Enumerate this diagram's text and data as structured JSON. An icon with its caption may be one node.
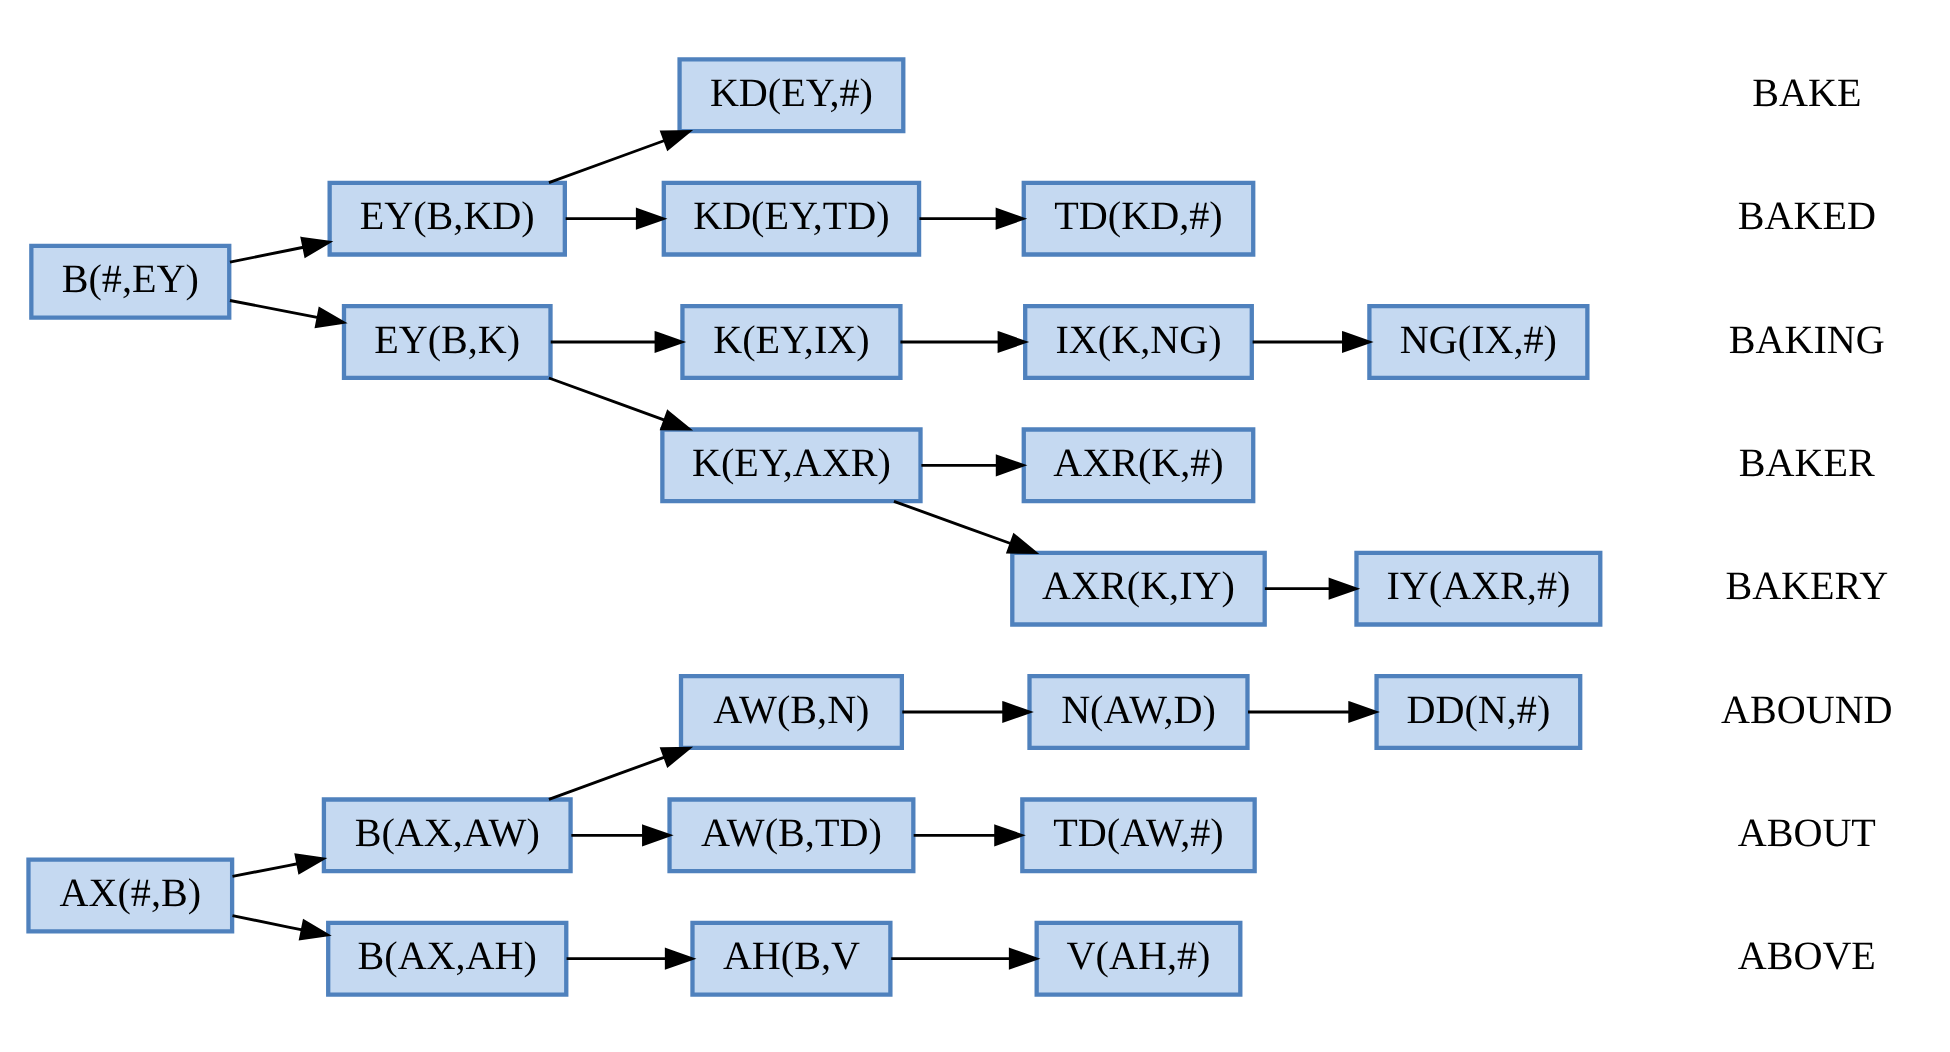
{
  "diagram": {
    "nodes": [
      {
        "text": [
          "AX(#,B)"
        ]
      },
      {
        "text": [
          "B(AX,AW)"
        ]
      },
      {
        "text": [
          "AW(B,N)"
        ]
      },
      {
        "text": [
          "N(AW,D)"
        ]
      },
      {
        "text": [
          "DD(N,#)"
        ]
      },
      {
        "text": [
          "AW(B,TD)"
        ]
      },
      {
        "text": [
          "TD(AW,#)"
        ]
      },
      {
        "text": [
          "B(AX,AH)"
        ]
      },
      {
        "text": [
          "AH(B,V"
        ]
      },
      {
        "text": [
          "V(AH,#)"
        ]
      },
      {
        "text": [
          "B(#,EY)"
        ]
      },
      {
        "text": [
          "EY(B,KD)"
        ]
      },
      {
        "text": [
          "KD(EY,#)"
        ]
      },
      {
        "text": [
          "KD(EY,TD)"
        ]
      },
      {
        "text": [
          "TD(KD,#)"
        ]
      },
      {
        "text": [
          "EY(B,K)"
        ]
      },
      {
        "text": [
          "K(EY,IX)"
        ]
      },
      {
        "text": [
          "IX(K,NG)"
        ]
      },
      {
        "text": [
          "NG(IX,#)"
        ]
      },
      {
        "text": [
          "K(EY,AXR)"
        ]
      },
      {
        "text": [
          "AXR(K,#)"
        ]
      },
      {
        "text": [
          "AXR(K,IY)"
        ]
      },
      {
        "text": [
          "IY(AXR,#)"
        ]
      }
    ],
    "edges": [
      {
        "from": 0,
        "to": 1,
        "arrow": "to"
      },
      {
        "from": 0,
        "to": 7,
        "arrow": "to"
      },
      {
        "from": 1,
        "to": 2,
        "arrow": "to"
      },
      {
        "from": 1,
        "to": 5,
        "arrow": "to"
      },
      {
        "from": 2,
        "to": 3,
        "arrow": "to"
      },
      {
        "from": 3,
        "to": 4,
        "arrow": "to"
      },
      {
        "from": 5,
        "to": 6,
        "arrow": "to"
      },
      {
        "from": 7,
        "to": 8,
        "arrow": "to"
      },
      {
        "from": 8,
        "to": 9,
        "arrow": "to"
      },
      {
        "from": 10,
        "to": 11,
        "arrow": "to"
      },
      {
        "from": 10,
        "to": 15,
        "arrow": "to"
      },
      {
        "from": 11,
        "to": 12,
        "arrow": "to"
      },
      {
        "from": 11,
        "to": 13,
        "arrow": "to"
      },
      {
        "from": 13,
        "to": 14,
        "arrow": "to"
      },
      {
        "from": 15,
        "to": 16,
        "arrow": "to"
      },
      {
        "from": 15,
        "to": 19,
        "arrow": "to"
      },
      {
        "from": 16,
        "to": 17,
        "arrow": "to"
      },
      {
        "from": 17,
        "to": 18,
        "arrow": "to"
      },
      {
        "from": 19,
        "to": 20,
        "arrow": "to"
      },
      {
        "from": 19,
        "to": 21,
        "arrow": "to"
      },
      {
        "from": 21,
        "to": 22,
        "arrow": "to"
      }
    ],
    "labels": [
      "ABOUND",
      "ABOUT",
      "ABOVE",
      "BAKE",
      "BAKED",
      "BAKING",
      "BAKER",
      "BAKERY"
    ]
  }
}
